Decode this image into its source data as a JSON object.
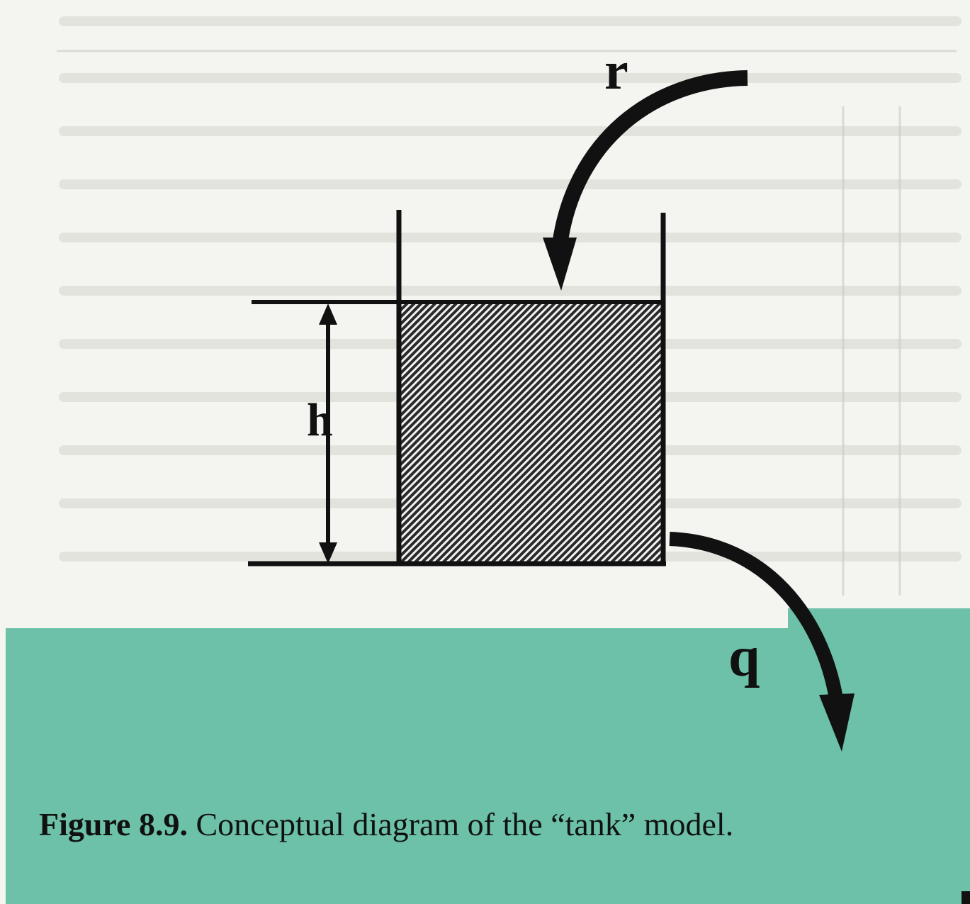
{
  "labels": {
    "inflow": "r",
    "height": "h",
    "outflow": "q"
  },
  "caption": {
    "number": "Figure 8.9.",
    "text": "Conceptual diagram of the “tank” model."
  },
  "colors": {
    "background": "#f4f4f1",
    "caption_band": "#6cc1a8",
    "ink": "#111111"
  }
}
